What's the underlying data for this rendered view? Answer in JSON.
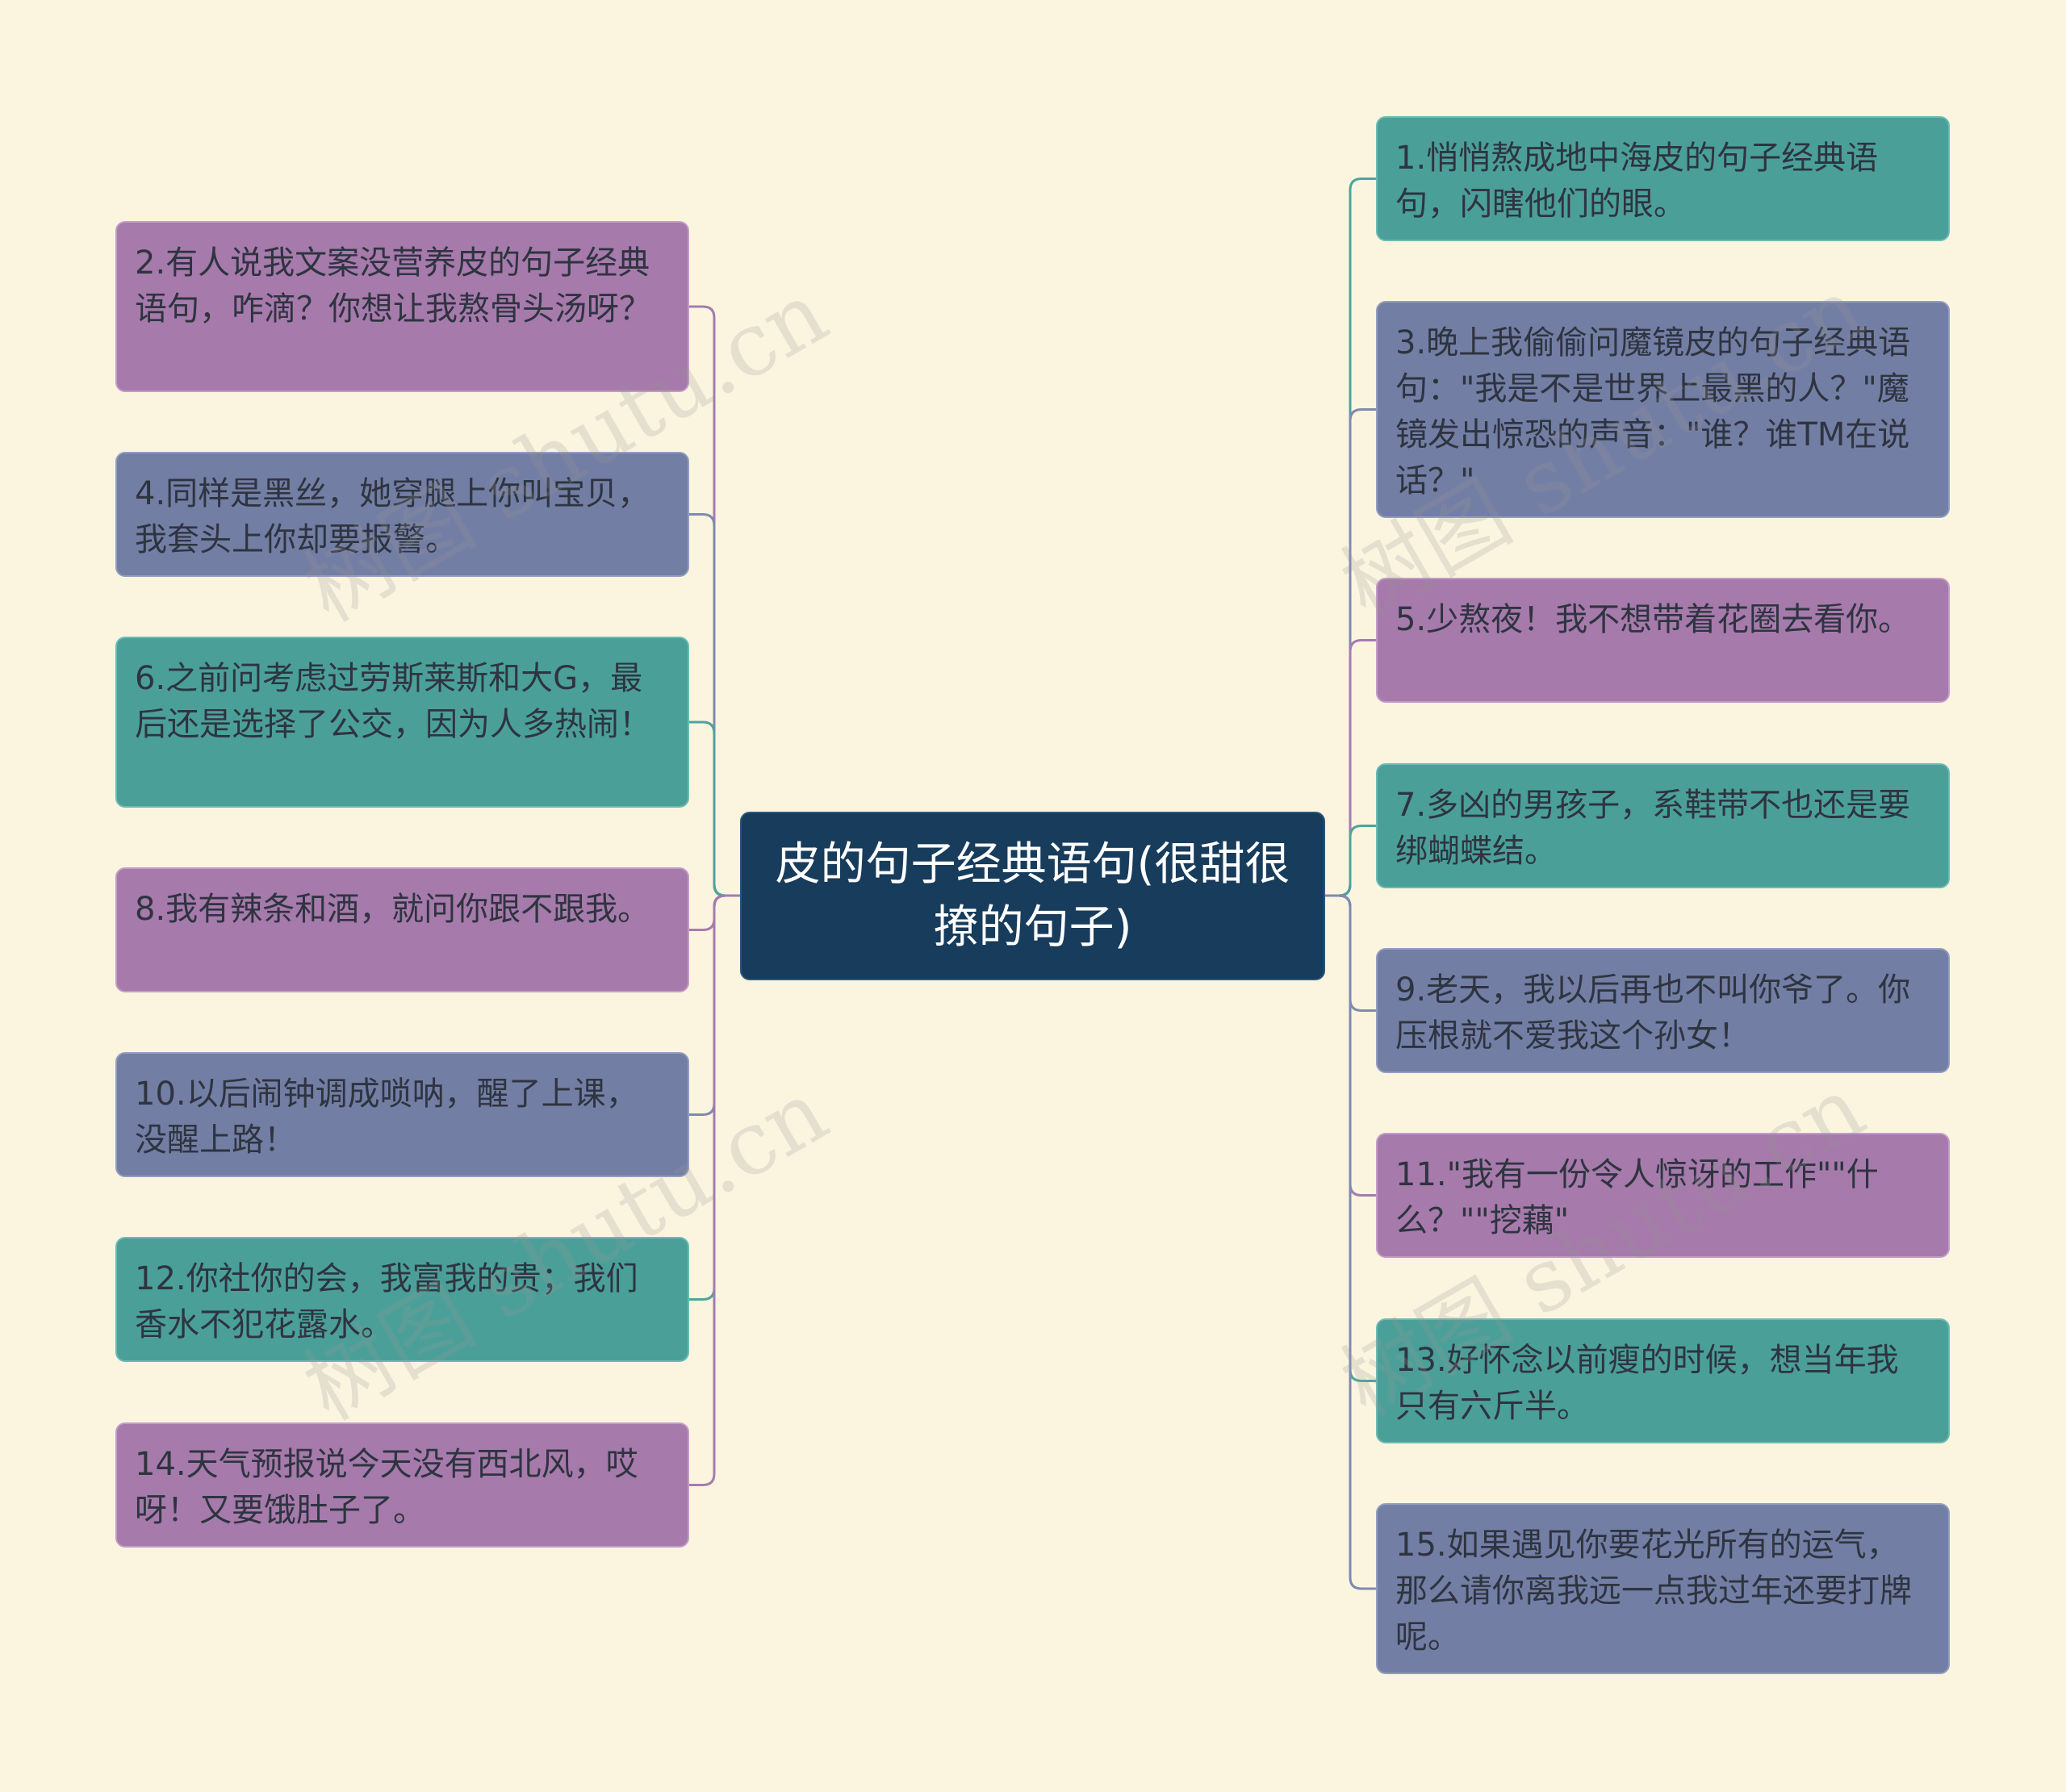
{
  "title": "皮的句子经典语句(很甜很撩的句子)",
  "watermark": "树图 shutu.cn",
  "colors": {
    "background": "#fbf5e0",
    "root": "#173c5c",
    "purple": "#a67aab",
    "slate": "#737ea4",
    "teal": "#4b9f99",
    "line_purple": "#a57bb0",
    "line_slate": "#7f8ab0",
    "line_teal": "#4fa39d"
  },
  "left_nodes": [
    {
      "text": "2.有人说我文案没营养皮的句子经典语句，咋滴？你想让我熬骨头汤呀？",
      "color": "purple"
    },
    {
      "text": "4.同样是黑丝，她穿腿上你叫宝贝，我套头上你却要报警。",
      "color": "slate"
    },
    {
      "text": "6.之前问考虑过劳斯莱斯和大G，最后还是选择了公交，因为人多热闹！",
      "color": "teal"
    },
    {
      "text": "8.我有辣条和酒，就问你跟不跟我。",
      "color": "purple"
    },
    {
      "text": "10.以后闹钟调成唢呐，醒了上课，没醒上路！",
      "color": "slate"
    },
    {
      "text": "12.你社你的会，我富我的贵；我们香水不犯花露水。",
      "color": "teal"
    },
    {
      "text": "14.天气预报说今天没有西北风，哎呀！又要饿肚子了。",
      "color": "purple"
    }
  ],
  "right_nodes": [
    {
      "text": "1.悄悄熬成地中海皮的句子经典语句，闪瞎他们的眼。",
      "color": "teal"
    },
    {
      "text": "3.晚上我偷偷问魔镜皮的句子经典语句：\"我是不是世界上最黑的人？\"魔镜发出惊恐的声音：\"谁？谁TM在说话？\"",
      "color": "slate"
    },
    {
      "text": "5.少熬夜！我不想带着花圈去看你。",
      "color": "purple"
    },
    {
      "text": "7.多凶的男孩子，系鞋带不也还是要绑蝴蝶结。",
      "color": "teal"
    },
    {
      "text": "9.老天，我以后再也不叫你爷了。你压根就不爱我这个孙女！",
      "color": "slate"
    },
    {
      "text": "11.\"我有一份令人惊讶的工作\"\"什么？\"\"挖藕\"",
      "color": "purple"
    },
    {
      "text": "13.好怀念以前瘦的时候，想当年我只有六斤半。",
      "color": "teal"
    },
    {
      "text": "15.如果遇见你要花光所有的运气，那么请你离我远一点我过年还要打牌呢。",
      "color": "slate"
    }
  ]
}
